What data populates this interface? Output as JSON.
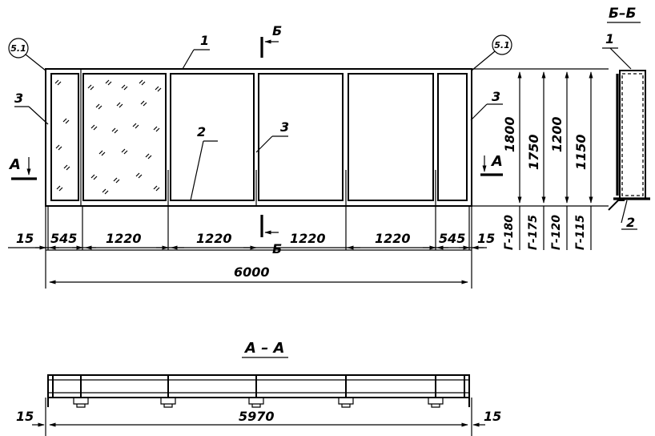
{
  "section_view": {
    "title": "Б–Б",
    "labels": {
      "left_frame": "1",
      "bottom_profile": "2"
    }
  },
  "callouts": {
    "top_left": "5.1",
    "top_right": "5.1"
  },
  "part_labels": {
    "top_frame": "1",
    "bottom_rail": "2",
    "left_post": "3",
    "middle_post": "3",
    "right_post": "3"
  },
  "section_marks": {
    "b_top": "Б",
    "b_bottom": "Б",
    "a_left": "А",
    "a_right": "А"
  },
  "dimensions": {
    "edge_left": "15",
    "segments": [
      "545",
      "1220",
      "1220",
      "1220",
      "1220",
      "545"
    ],
    "edge_right": "15",
    "total": "6000"
  },
  "heights": [
    "1800",
    "1750",
    "1200",
    "1150"
  ],
  "height_codes": [
    "Г-180",
    "Г-175",
    "Г-120",
    "Г-115"
  ],
  "plan_view": {
    "title": "А – А",
    "edge_left": "15",
    "total": "5970",
    "edge_right": "15"
  }
}
